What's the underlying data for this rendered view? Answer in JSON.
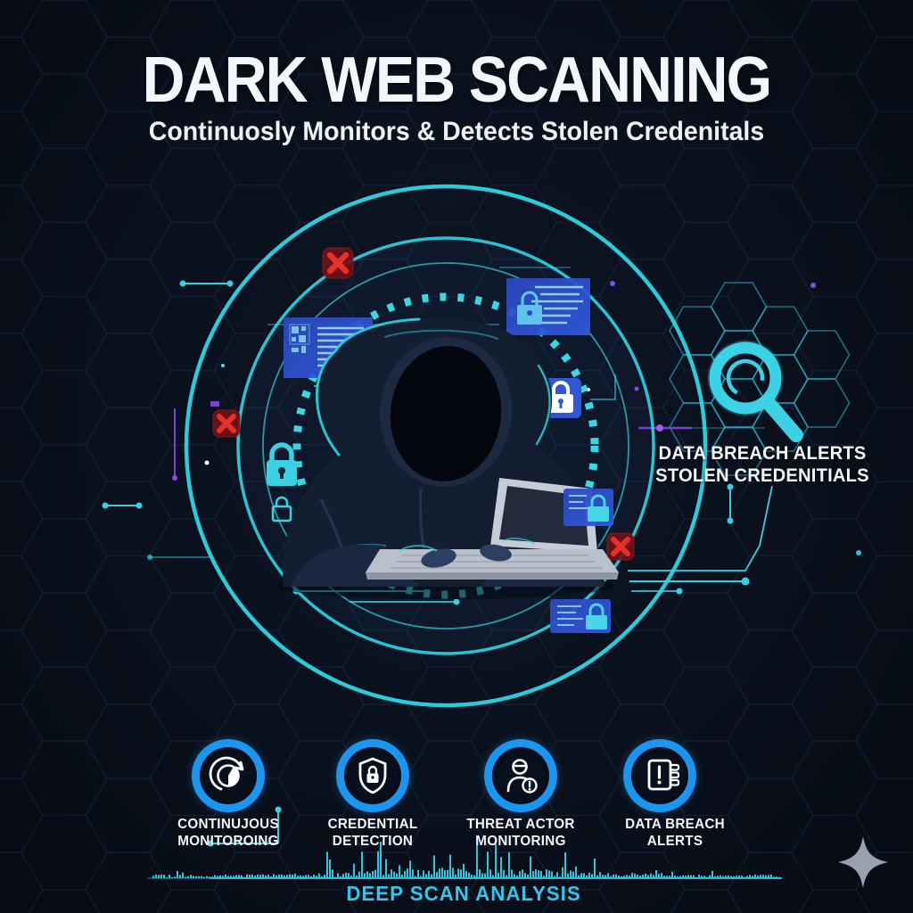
{
  "title": "DARK WEB SCANNING",
  "subtitle": "Continuosly Monitors & Detects Stolen Credenitals",
  "callout": {
    "line1": "DATA BREACH ALERTS",
    "line2": "STOLEN CREDENITIALS"
  },
  "features": [
    {
      "label": "CONTINUJOUS\nMONITOROING",
      "icon": "clock-refresh-icon"
    },
    {
      "label": "CREDENTIAL\nDETECTION",
      "icon": "shield-lock-icon"
    },
    {
      "label": "THREAT ACTOR\nMONITORING",
      "icon": "person-alert-icon"
    },
    {
      "label": "DATA BREACH ALERTS",
      "icon": "document-alert-icon"
    }
  ],
  "footer": {
    "scan_label": "DEEP SCAN ANALYSIS"
  },
  "scene_icons": [
    "magnifying-glass-icon",
    "lock-icon",
    "error-x-icon",
    "data-panel",
    "hacker-figure",
    "waveform-visualization",
    "sparkle-icon"
  ],
  "colors": {
    "background": "#0a101c",
    "accent_cyan": "#2fd8e6",
    "ring_blue": "#1b96f0",
    "alert_red": "#e33129",
    "panel_blue": "#2f52cc",
    "text_white": "#f3f6fa",
    "sparkle_gray": "#9aa1ac"
  }
}
